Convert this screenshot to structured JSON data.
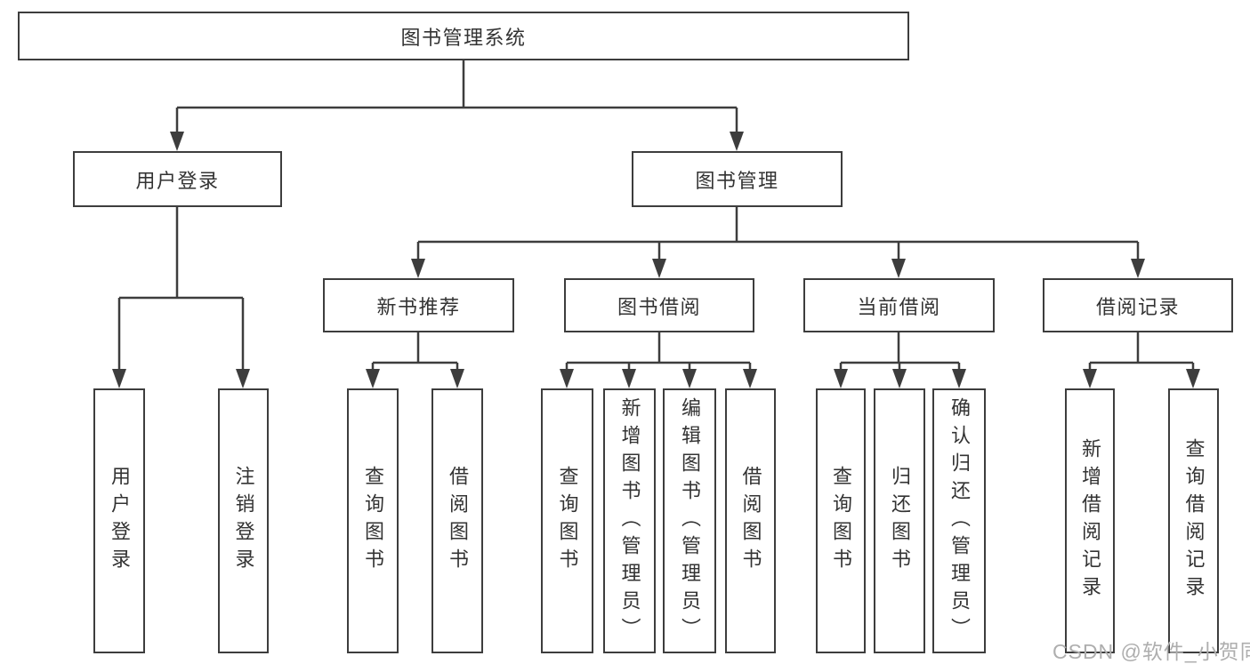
{
  "colors": {
    "line": "#3d3d3d",
    "text": "#333333",
    "watermark": "#aeaeae"
  },
  "nodes": {
    "root": {
      "label": "图书管理系统"
    },
    "level2": [
      {
        "label": "用户登录"
      },
      {
        "label": "图书管理"
      }
    ],
    "level3": [
      {
        "label": "新书推荐"
      },
      {
        "label": "图书借阅"
      },
      {
        "label": "当前借阅"
      },
      {
        "label": "借阅记录"
      }
    ],
    "leaves": {
      "user_login": [
        {
          "label": "用户登录"
        },
        {
          "label": "注销登录"
        }
      ],
      "new_book": [
        {
          "label": "查询图书"
        },
        {
          "label": "借阅图书"
        }
      ],
      "book_borrow": [
        {
          "label": "查询图书"
        },
        {
          "label": "新增图书（管理员）"
        },
        {
          "label": "编辑图书（管理员）"
        },
        {
          "label": "借阅图书"
        }
      ],
      "current_borrow": [
        {
          "label": "查询图书"
        },
        {
          "label": "归还图书"
        },
        {
          "label": "确认归还（管理员）"
        }
      ],
      "borrow_records": [
        {
          "label": "新增借阅记录"
        },
        {
          "label": "查询借阅记录"
        }
      ]
    }
  },
  "watermark": "CSDN @软件_小贺同学"
}
